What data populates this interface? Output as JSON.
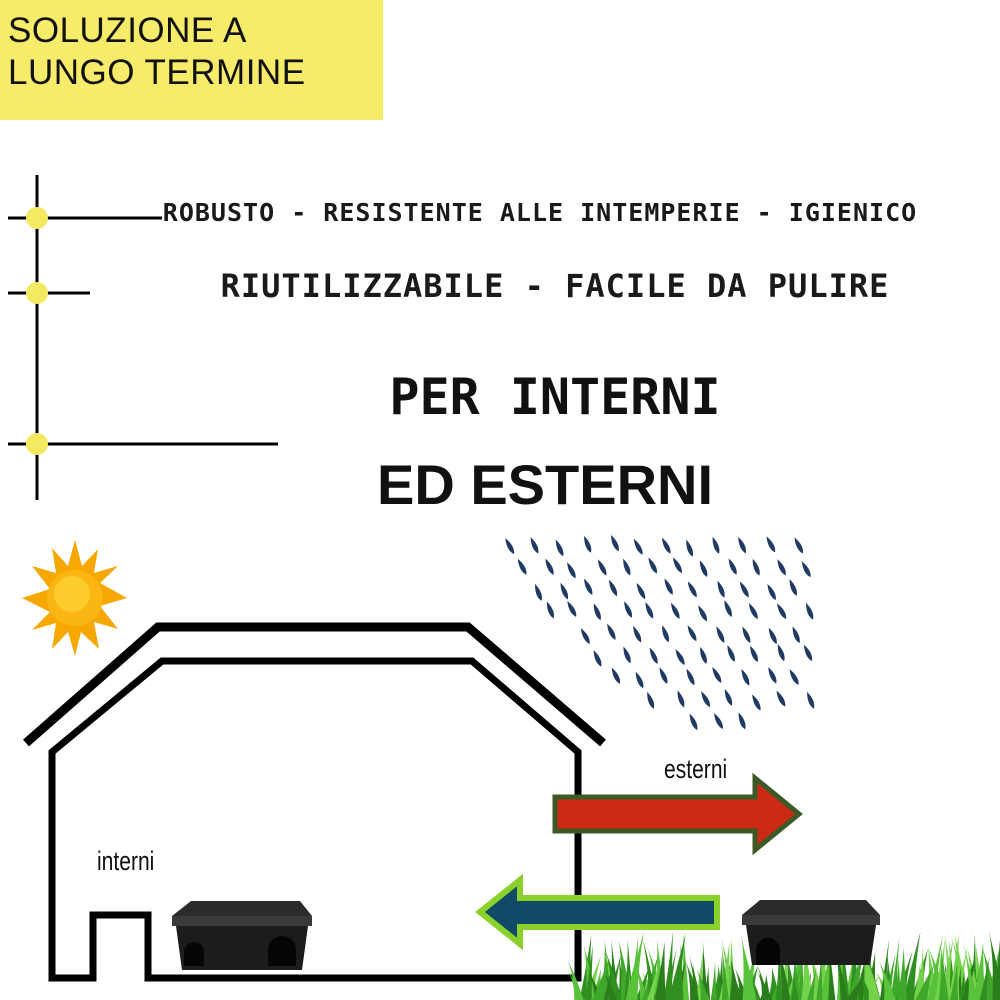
{
  "badge": {
    "text": "SOLUZIONE A LUNGO TERMINE"
  },
  "features": {
    "line1": "ROBUSTO - RESISTENTE ALLE INTEMPERIE - IGIENICO",
    "line2": "RIUTILIZZABILE - FACILE DA PULIRE"
  },
  "headline": {
    "line1": "PER INTERNI",
    "line2": "ED ESTERNI"
  },
  "labels": {
    "inside": "interni",
    "outside": "esterni"
  },
  "colors": {
    "badge": "#f6ec6a",
    "dots": "#f3ea62",
    "sun": "#f7a800",
    "rain": "#1f3a63",
    "arrow_out": "#cc2a14",
    "arrow_in": "#0f4a66",
    "arrow_border": "#8ad22b",
    "grass": "#3fa82a"
  },
  "icons": [
    "sun-icon",
    "rain-icon",
    "house-icon",
    "bait-station-icon",
    "grass-icon",
    "arrow-right-icon",
    "arrow-left-icon"
  ]
}
